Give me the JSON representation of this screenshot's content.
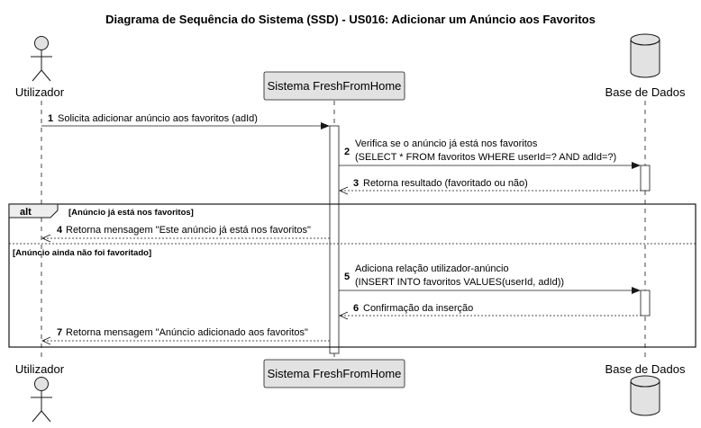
{
  "title": "Diagrama de Sequência do Sistema (SSD) - US016: Adicionar um Anúncio aos Favoritos",
  "participants": {
    "user": "Utilizador",
    "system": "Sistema FreshFromHome",
    "db": "Base de Dados"
  },
  "messages": {
    "m1": {
      "num": "1",
      "text": "Solicita adicionar anúncio aos favoritos (adId)"
    },
    "m2": {
      "num": "2",
      "line1": "Verifica se o anúncio já está nos favoritos",
      "line2": "(SELECT * FROM favoritos WHERE userId=? AND adId=?)"
    },
    "m3": {
      "num": "3",
      "text": "Retorna resultado (favoritado ou não)"
    },
    "m4": {
      "num": "4",
      "text": "Retorna mensagem \"Este anúncio já está nos favoritos\""
    },
    "m5": {
      "num": "5",
      "line1": "Adiciona relação utilizador-anúncio",
      "line2": "(INSERT INTO favoritos VALUES(userId, adId))"
    },
    "m6": {
      "num": "6",
      "text": "Confirmação da inserção"
    },
    "m7": {
      "num": "7",
      "text": "Retorna mensagem \"Anúncio adicionado aos favoritos\""
    }
  },
  "alt": {
    "keyword": "alt",
    "guard1": "[Anúncio já está nos favoritos]",
    "guard2": "[Anúncio ainda não foi favoritado]"
  },
  "colors": {
    "participant_fill": "#e2e2e2",
    "line": "#181818",
    "background": "#ffffff"
  }
}
